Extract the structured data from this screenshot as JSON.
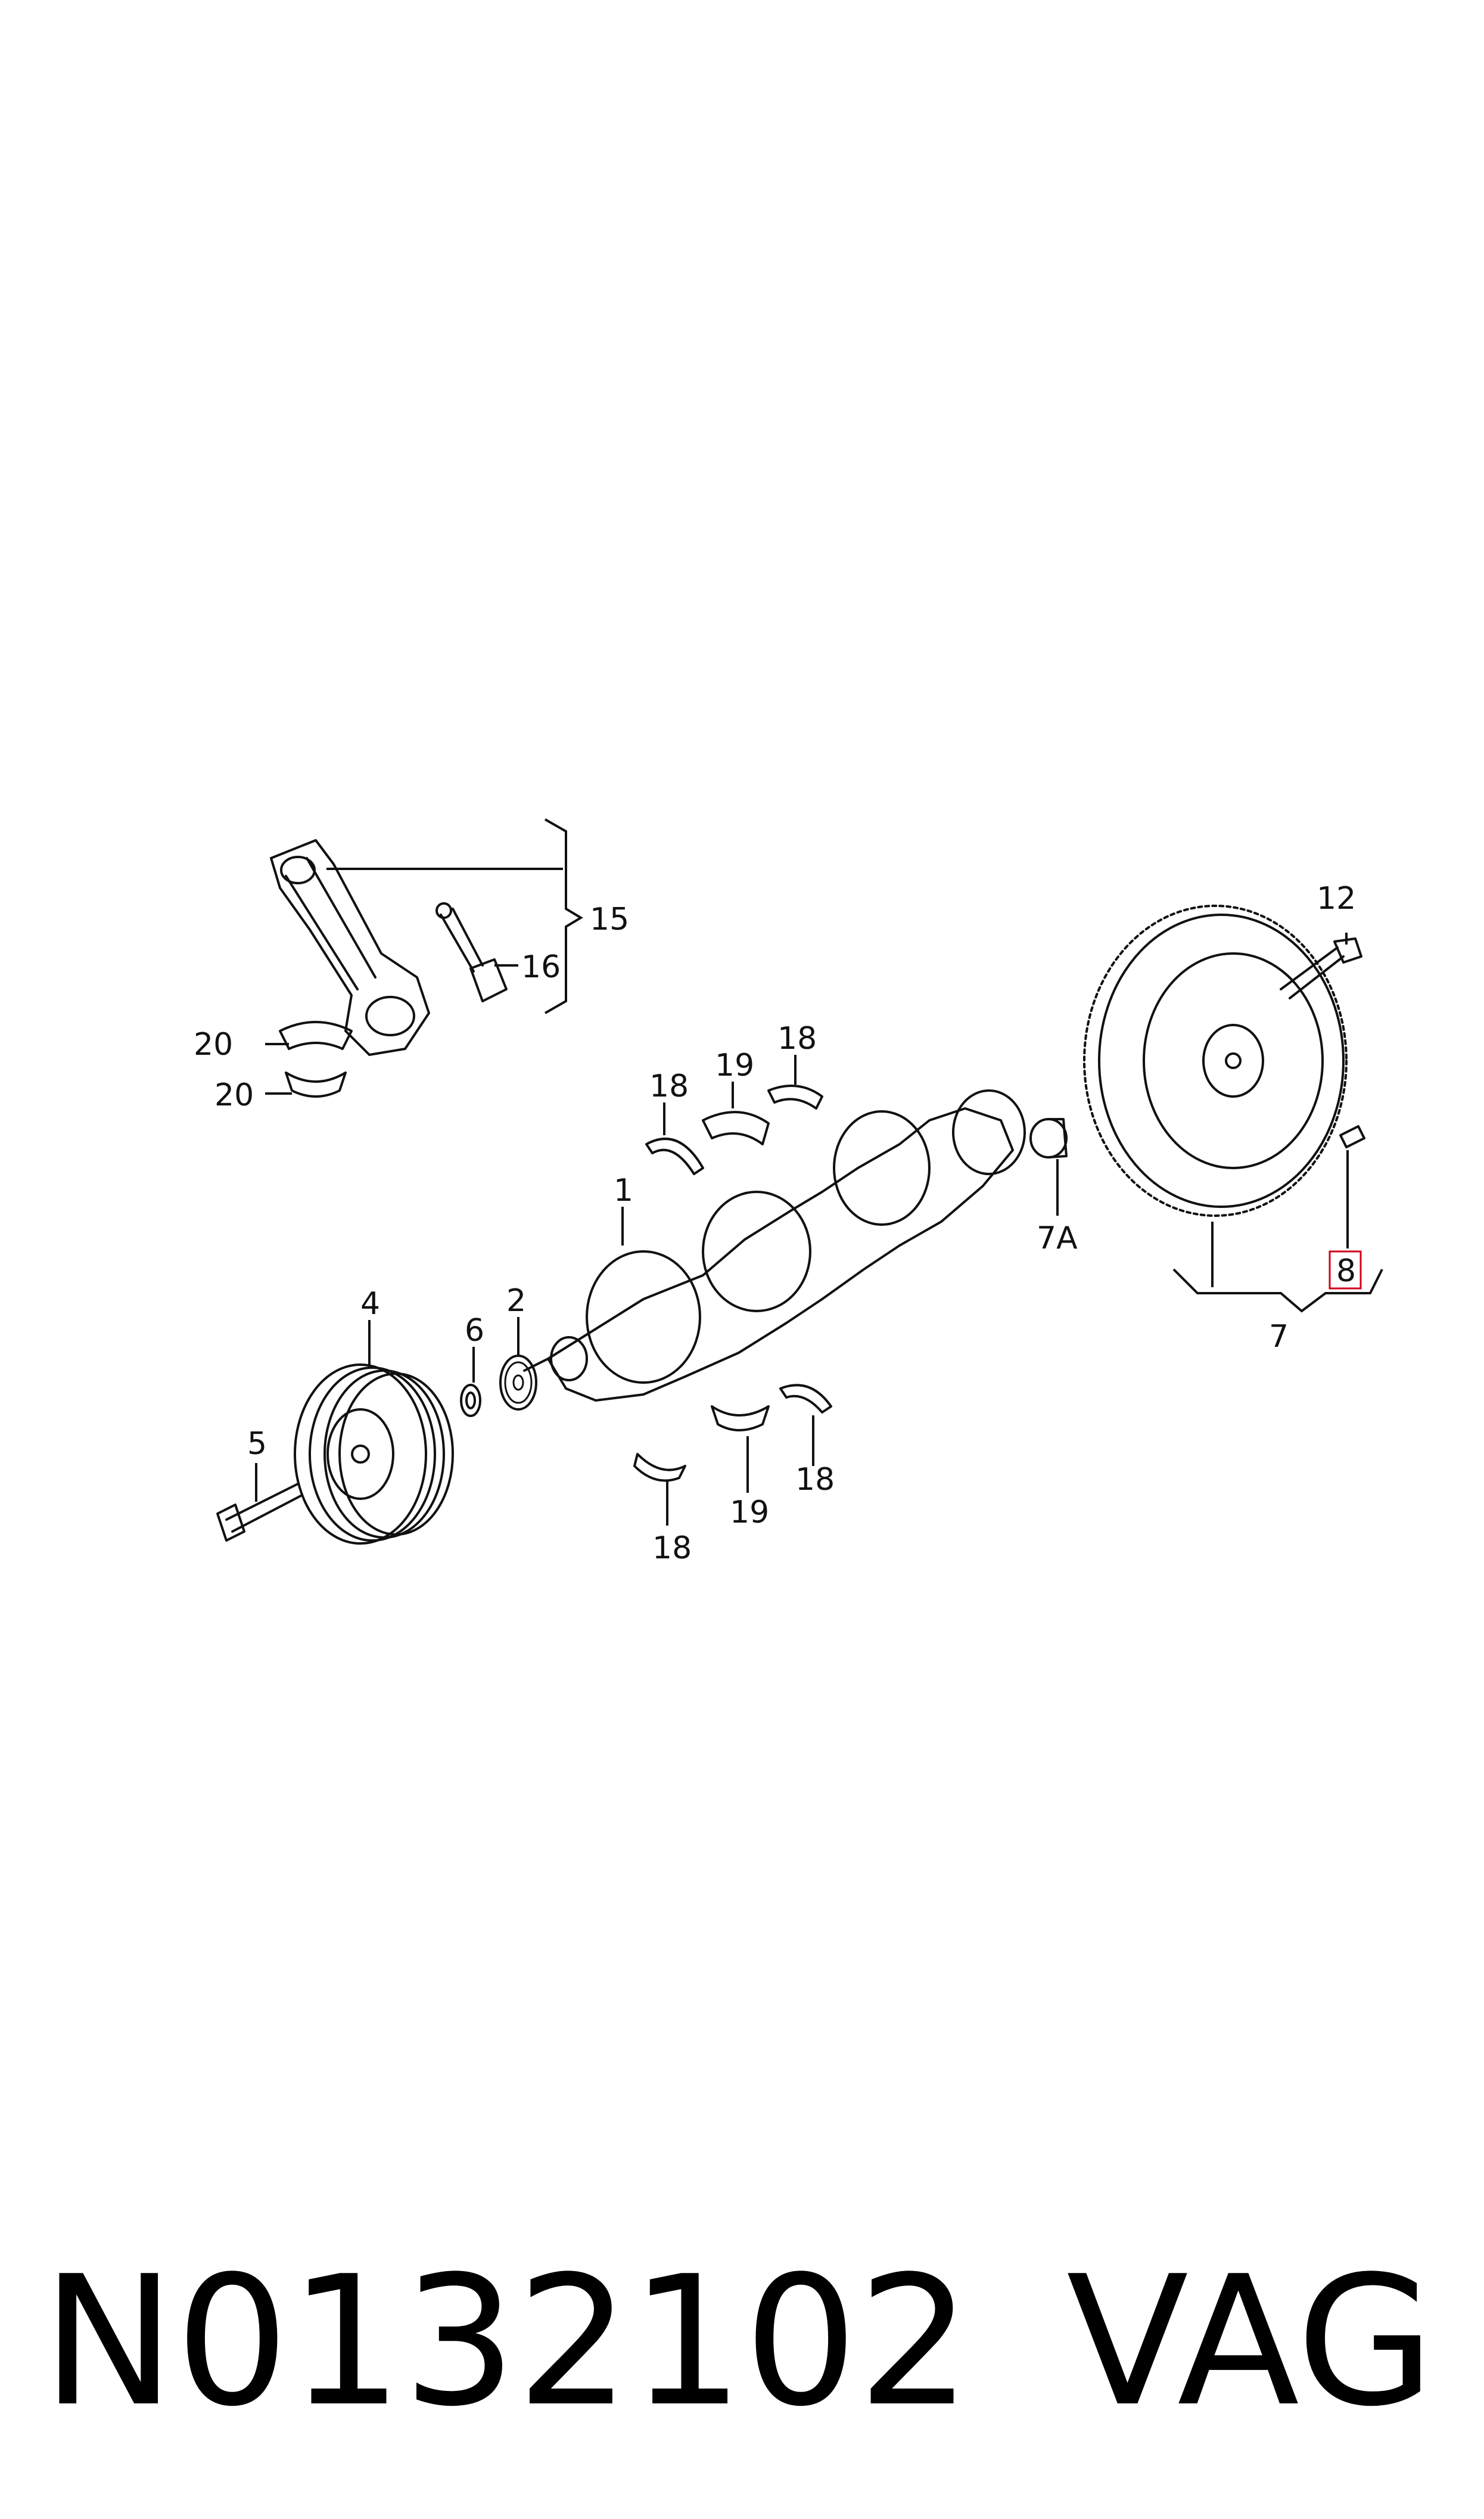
{
  "callouts": {
    "c1": "1",
    "c2": "2",
    "c4": "4",
    "c5": "5",
    "c6": "6",
    "c7": "7",
    "c7a": "7A",
    "c8": "8",
    "c12": "12",
    "c15": "15",
    "c16": "16",
    "c18a": "18",
    "c18b": "18",
    "c18c": "18",
    "c18d": "18",
    "c19a": "19",
    "c19b": "19",
    "c20a": "20",
    "c20b": "20"
  },
  "highlighted_callout": "8",
  "highlight_color": "#d0021b",
  "footer": {
    "part_number": "N0132102",
    "brand": "VAG"
  }
}
